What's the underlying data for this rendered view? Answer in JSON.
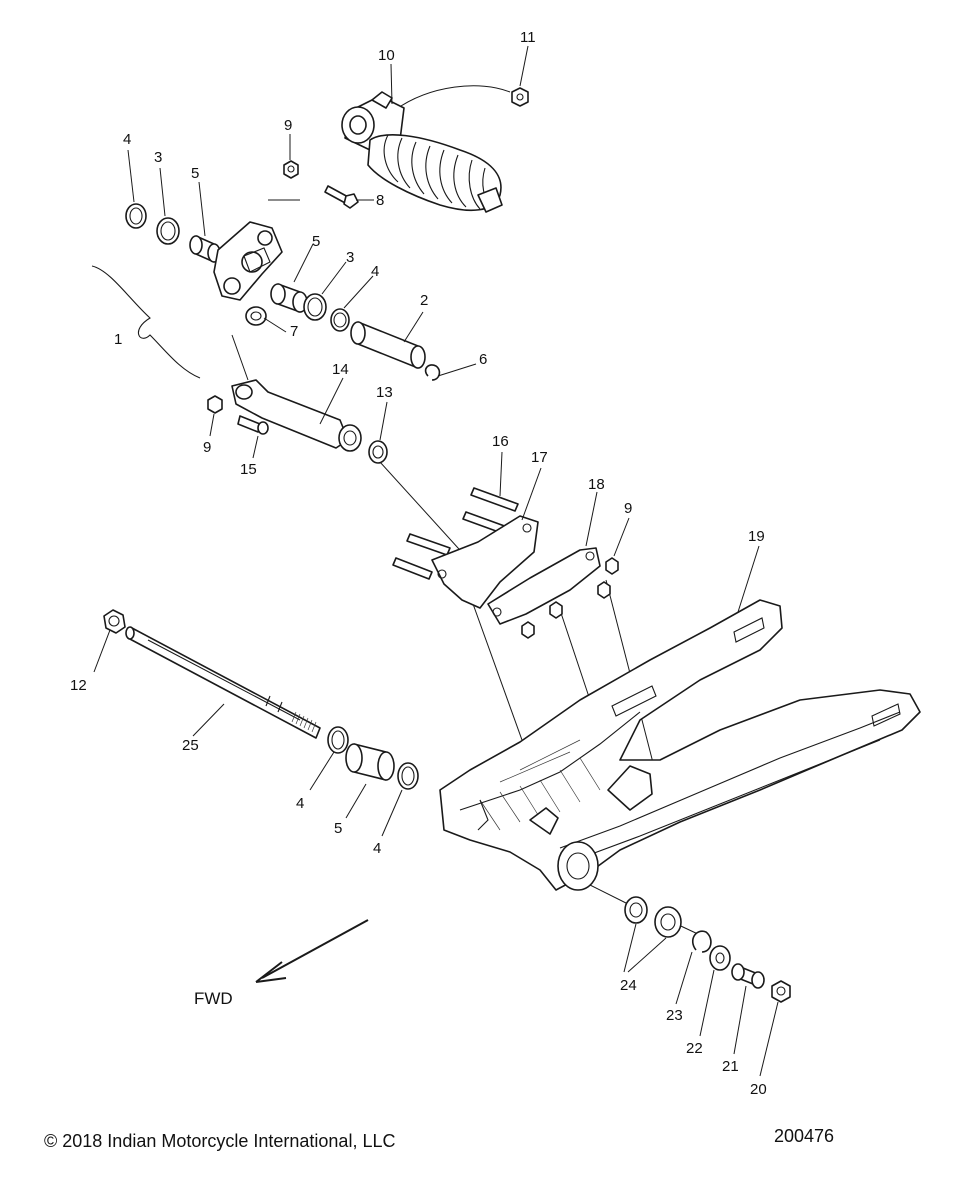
{
  "callouts": {
    "c1": "1",
    "c2": "2",
    "c3a": "3",
    "c3b": "3",
    "c4a": "4",
    "c4b": "4",
    "c4c": "4",
    "c4d": "4",
    "c5a": "5",
    "c5b": "5",
    "c5c": "5",
    "c6": "6",
    "c7": "7",
    "c8": "8",
    "c9a": "9",
    "c9b": "9",
    "c9c": "9",
    "c10": "10",
    "c11": "11",
    "c12": "12",
    "c13": "13",
    "c14": "14",
    "c15": "15",
    "c16": "16",
    "c17": "17",
    "c18": "18",
    "c19": "19",
    "c20": "20",
    "c21": "21",
    "c22": "22",
    "c23": "23",
    "c24": "24",
    "c25": "25"
  },
  "direction_label": "FWD",
  "copyright": "© 2018 Indian Motorcycle International, LLC",
  "figure_number": "200476"
}
